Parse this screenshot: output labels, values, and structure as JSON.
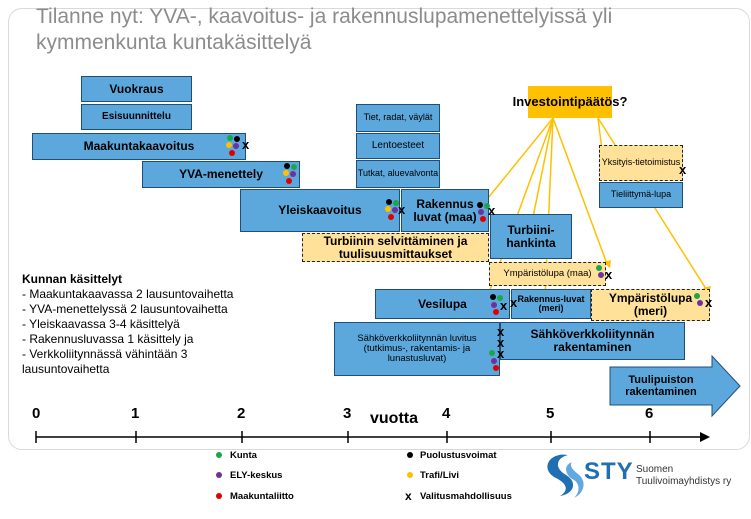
{
  "title": "Tilanne nyt: YVA-, kaavoitus- ja rakennuslupamenettelyissä yli kymmenkunta kuntakäsittelyä",
  "colors": {
    "box_blue": "#5ca8dd",
    "box_border": "#1f4e79",
    "dashed_yellow": "#ffe19a",
    "decision_orange": "#ffc000",
    "kunta": "#1aa64a",
    "ely": "#7030a0",
    "maakunta": "#e00000",
    "puolustus": "#000000",
    "trafi": "#ffc000",
    "logo": "#1f6fb2"
  },
  "boxes": {
    "vuokraus": "Vuokraus",
    "esisuunnittelu": "Esisuunnittelu",
    "maakuntakaavoitus": "Maakuntakaavoitus",
    "yva": "YVA-menettely",
    "yleiskaavoitus": "Yleiskaavoitus",
    "tiet": "Tiet, radat, väylät",
    "lentoesteet": "Lentoesteet",
    "tutkat": "Tutkat, aluevalvonta",
    "rakennusluvat": "Rakennus luvat (maa)",
    "turbiinihankinta": "Turbiini-hankinta",
    "selvittaminen": "Turbiinin selvittäminen ja tuulisuusmittaukset",
    "investointi": "Investointipäätös?",
    "yksityis": "Yksityis-tietoimistus",
    "tielupa": "Tieliittymä-lupa",
    "ymparisto_maa": "Ympäristölupa (maa)",
    "ymparisto_meri": "Ympäristölupa (meri)",
    "vesilupa": "Vesilupa",
    "rakennus_meri": "Rakennus-luvat (meri)",
    "sahko_luvitus": "Sähköverkkoliitynnän luvitus (tutkimus-, rakentamis- ja lunastusluvat)",
    "sahko_rakentaminen": "Sähköverkkoliitynnän rakentaminen",
    "tuulipuisto": "Tuulipuiston rakentaminen"
  },
  "notes": {
    "heading": "Kunnan käsittelyt",
    "items": [
      "-  Maakuntakaavassa 2 lausuntovaihetta",
      "-  YVA-menettelyssä 2 lausuntovaihetta",
      "-  Yleiskaavassa 3-4 käsittelyä",
      "-  Rakennusluvassa 1 käsittely ja",
      "-   Verkkoliitynnässä vähintään 3",
      "   lausuntovaihetta"
    ]
  },
  "axis": {
    "ticks": [
      "0",
      "1",
      "2",
      "3",
      "4",
      "5",
      "6"
    ],
    "label": "vuotta"
  },
  "legend": {
    "kunta": "Kunta",
    "ely": "ELY-keskus",
    "maakunta": "Maakuntaliitto",
    "puolustus": "Puolustusvoimat",
    "trafi": "Trafi/Livi",
    "valitus": "Valitusmahdollisuus",
    "valitus_symbol": "x"
  },
  "logo": {
    "abbr": "STY",
    "line1": "Suomen",
    "line2": "Tuulivoimayhdistys ry"
  },
  "mark": "x"
}
